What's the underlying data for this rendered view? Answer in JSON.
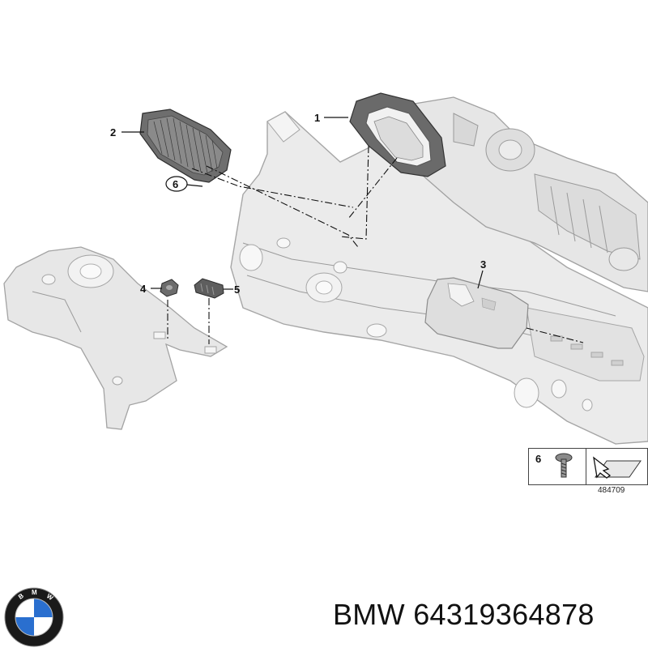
{
  "diagram": {
    "callouts": [
      {
        "id": "1",
        "label": "1"
      },
      {
        "id": "2",
        "label": "2"
      },
      {
        "id": "3",
        "label": "3"
      },
      {
        "id": "4",
        "label": "4"
      },
      {
        "id": "5",
        "label": "5"
      },
      {
        "id": "6",
        "label": "6"
      }
    ],
    "legend": {
      "item_number": "6",
      "reference_code": "484709"
    }
  },
  "caption": {
    "brand": "BMW",
    "part_number": "64319364878",
    "full_text": "BMW 64319364878"
  },
  "logo": {
    "lettering": "BMW",
    "colors": {
      "blue": "#2a6fcf",
      "ring": "#1a1a1a",
      "white": "#ffffff"
    }
  },
  "colors": {
    "part_fill": "#e9e9e9",
    "part_stroke": "#a6a6a6",
    "dark_part": "#555555",
    "leader": "#111111"
  }
}
